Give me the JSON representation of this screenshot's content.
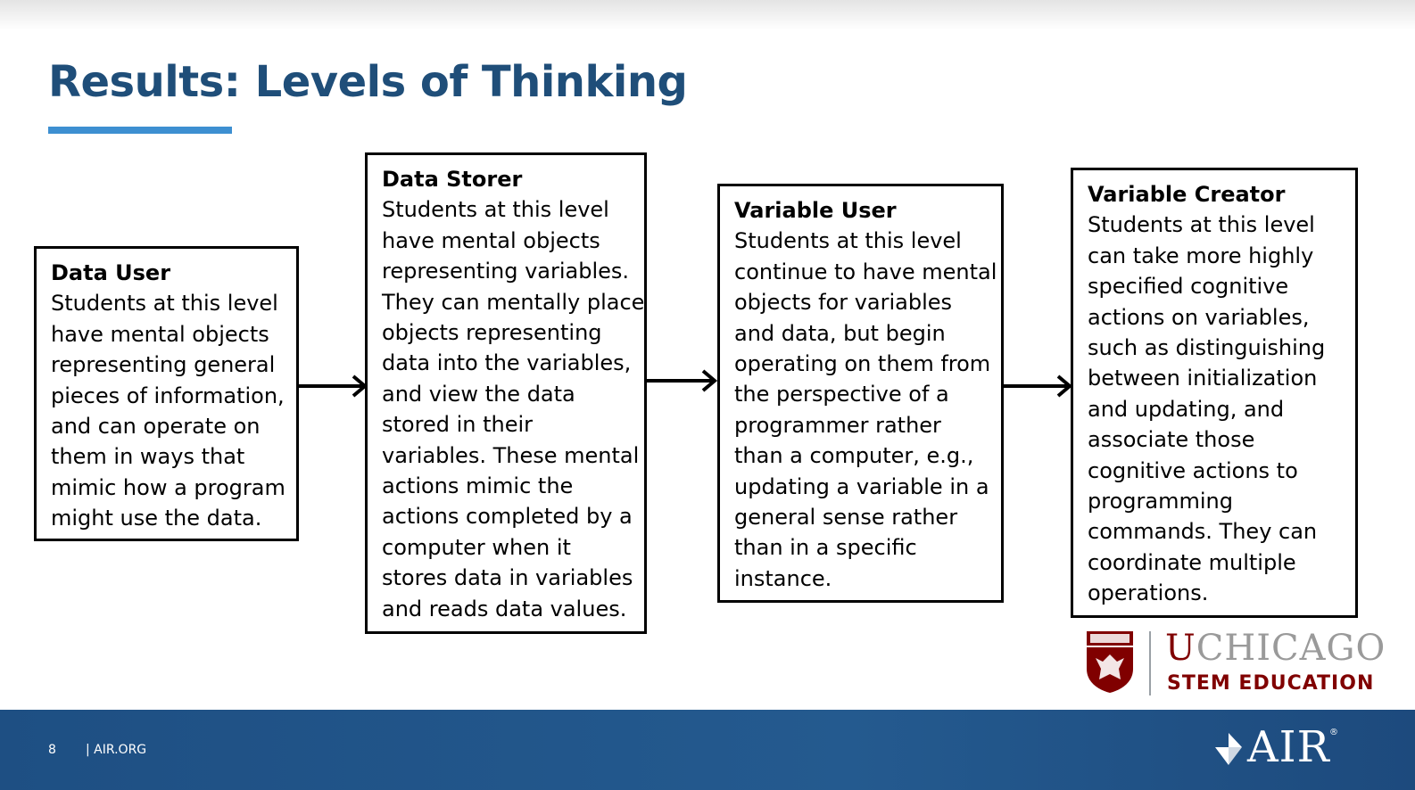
{
  "slide": {
    "title": "Results: Levels of Thinking",
    "accent_color": "#3d8fd1",
    "title_color": "#1f4e79"
  },
  "levels": [
    {
      "title": "Data User",
      "lines": [
        "Students at this level",
        "have mental objects",
        "representing general",
        "pieces of information,",
        "and can operate on",
        "them in ways that",
        "mimic how a program",
        "might use the data."
      ]
    },
    {
      "title": "Data Storer",
      "lines": [
        "Students at this level",
        "have mental objects",
        "representing variables.",
        "They can mentally place",
        "objects representing",
        "data into the variables,",
        "and view the data",
        "stored in their",
        "variables. These mental",
        "actions mimic the",
        "actions completed by a",
        "computer when it",
        "stores data in variables",
        "and reads data values."
      ]
    },
    {
      "title": "Variable User",
      "lines": [
        "Students at this level",
        "continue to have mental",
        "objects for variables",
        "and data, but begin",
        "operating on them from",
        "the perspective of a",
        "programmer rather",
        "than a computer, e.g.,",
        "updating a variable in a",
        "general sense rather",
        "than in a specific",
        "instance."
      ]
    },
    {
      "title": "Variable Creator",
      "lines": [
        "Students at this level",
        "can take more highly",
        "specified cognitive",
        "actions on variables,",
        "such as distinguishing",
        "between initialization",
        "and updating, and",
        "associate those",
        "cognitive actions to",
        "programming",
        "commands. They can",
        "coordinate multiple",
        "operations."
      ]
    }
  ],
  "logo": {
    "uchicago_first": "U",
    "uchicago_rest": "CHICAGO",
    "stem": "STEM EDUCATION",
    "brand_color": "#800000"
  },
  "footer": {
    "page_number": "8",
    "site": "| AIR.ORG",
    "air_logo": "AIR",
    "background": "#245a8f"
  }
}
